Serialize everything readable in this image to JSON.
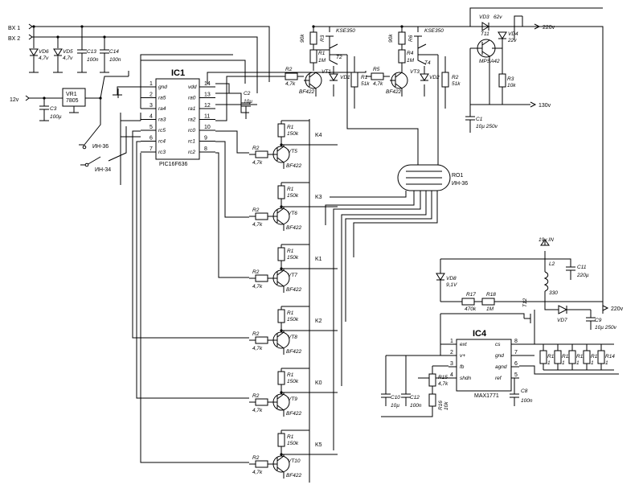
{
  "inputs": {
    "bx1": "BX 1",
    "bx2": "BX 2",
    "v12": "12v"
  },
  "supply": {
    "vd6": {
      "name": "VD6",
      "value": "4,7v"
    },
    "vd5": {
      "name": "VD5",
      "value": "4,7v"
    },
    "c13": {
      "name": "C13",
      "value": "100n"
    },
    "c14": {
      "name": "C14",
      "value": "100n"
    },
    "vr1": {
      "name": "VR1",
      "value": "7805"
    },
    "c3": {
      "name": "C3",
      "value": "100µ"
    },
    "c2": {
      "name": "C2",
      "value": "10µ"
    }
  },
  "ic1": {
    "name": "IC1",
    "part": "PIC16F636",
    "pins_left": [
      {
        "num": "1",
        "name": "gnd"
      },
      {
        "num": "2",
        "name": "ra5"
      },
      {
        "num": "3",
        "name": "ra4"
      },
      {
        "num": "4",
        "name": "ra3"
      },
      {
        "num": "5",
        "name": "rc5"
      },
      {
        "num": "6",
        "name": "rc4"
      },
      {
        "num": "7",
        "name": "rc3"
      }
    ],
    "pins_right": [
      {
        "num": "14",
        "name": "vdd"
      },
      {
        "num": "13",
        "name": "ra0"
      },
      {
        "num": "12",
        "name": "ra1"
      },
      {
        "num": "11",
        "name": "ra2"
      },
      {
        "num": "10",
        "name": "rc0"
      },
      {
        "num": "9",
        "name": "rc1"
      },
      {
        "num": "8",
        "name": "rc2"
      }
    ]
  },
  "buttons": {
    "b1": "ИН-36",
    "b2": "ИН-34"
  },
  "hv_driver": {
    "vt1": {
      "name": "VT1",
      "part": "BF422"
    },
    "vt3": {
      "name": "VT3",
      "part": "BF422"
    },
    "r2": {
      "name": "R2",
      "value": "4,7k"
    },
    "r5": {
      "name": "R5",
      "value": "4,7k"
    },
    "r1a": {
      "name": "R1",
      "value": "1M"
    },
    "r4": {
      "name": "R4",
      "value": "1M"
    },
    "r3a": {
      "name": "R3",
      "value": "90k"
    },
    "r6": {
      "name": "R6",
      "value": "90k"
    },
    "t2": {
      "name": "T2",
      "part": "KSE350"
    },
    "t4": {
      "name": "T4",
      "part": "KSE350"
    },
    "vd1": "VD1",
    "vd2": "VD2",
    "r1b": {
      "name": "R1",
      "value": "51k"
    },
    "r2b": {
      "name": "R2",
      "value": "51k"
    },
    "vd3": {
      "name": "VD3",
      "value": "62v"
    },
    "vd4": {
      "name": "VD4",
      "value": "22v"
    },
    "t11": "T11",
    "mpsa": "MPSA42",
    "r3b": {
      "name": "R3",
      "value": "10k"
    },
    "c1": {
      "name": "C1",
      "value": "10µ 250v"
    },
    "v220": "220v",
    "v130": "130v"
  },
  "tube": {
    "name": "RO1",
    "part": "ИН-36"
  },
  "cathodes": [
    {
      "k": "K4",
      "vt": "VT5",
      "r": "R1",
      "rv": "150k",
      "rb": "R2",
      "rbv": "4,7k",
      "part": "BF422"
    },
    {
      "k": "K3",
      "vt": "VT6",
      "r": "R1",
      "rv": "150k",
      "rb": "R2",
      "rbv": "4,7k",
      "part": "BF422"
    },
    {
      "k": "K1",
      "vt": "VT7",
      "r": "R1",
      "rv": "150k",
      "rb": "R2",
      "rbv": "4,7k",
      "part": "BF422"
    },
    {
      "k": "K2",
      "vt": "VT8",
      "r": "R1",
      "rv": "150k",
      "rb": "R2",
      "rbv": "4,7k",
      "part": "BF422"
    },
    {
      "k": "K0",
      "vt": "VT9",
      "r": "R1",
      "rv": "150k",
      "rb": "R2",
      "rbv": "4,7k",
      "part": "BF422"
    },
    {
      "k": "K5",
      "vt": "VT10",
      "r": "R1",
      "rv": "150k",
      "rb": "R2",
      "rbv": "4,7k",
      "part": "BF422"
    }
  ],
  "boost": {
    "v19": "19v IN",
    "l2": {
      "name": "L2",
      "value": "330"
    },
    "c11": {
      "name": "C11",
      "value": "220µ"
    },
    "vd8": {
      "name": "VD8",
      "value": "9,1V"
    },
    "r17": {
      "name": "R17",
      "value": "470k"
    },
    "r18": {
      "name": "R18",
      "value": "1M"
    },
    "t12": "T12",
    "vd7": "VD7",
    "c9": {
      "name": "C9",
      "value": "10µ 250v"
    },
    "v220": "220v",
    "ic4": {
      "name": "IC4",
      "part": "MAX1771"
    },
    "pins_left": [
      {
        "num": "1",
        "name": "ext"
      },
      {
        "num": "2",
        "name": "v+"
      },
      {
        "num": "3",
        "name": "fb"
      },
      {
        "num": "4",
        "name": "shdn"
      }
    ],
    "pins_right": [
      {
        "num": "8",
        "name": "cs"
      },
      {
        "num": "7",
        "name": "gnd"
      },
      {
        "num": "6",
        "name": "agnd"
      },
      {
        "num": "5",
        "name": "ref"
      }
    ],
    "r15": {
      "name": "R15",
      "value": "4,7k"
    },
    "r16": {
      "name": "R16",
      "value": "10k"
    },
    "c10": {
      "name": "C10",
      "value": "10µ"
    },
    "c12": {
      "name": "C12",
      "value": "100n"
    },
    "c8": {
      "name": "C8",
      "value": "100n"
    },
    "rs": [
      "R10",
      "R11",
      "R12",
      "R13",
      "R14"
    ],
    "rs_value": "1"
  }
}
